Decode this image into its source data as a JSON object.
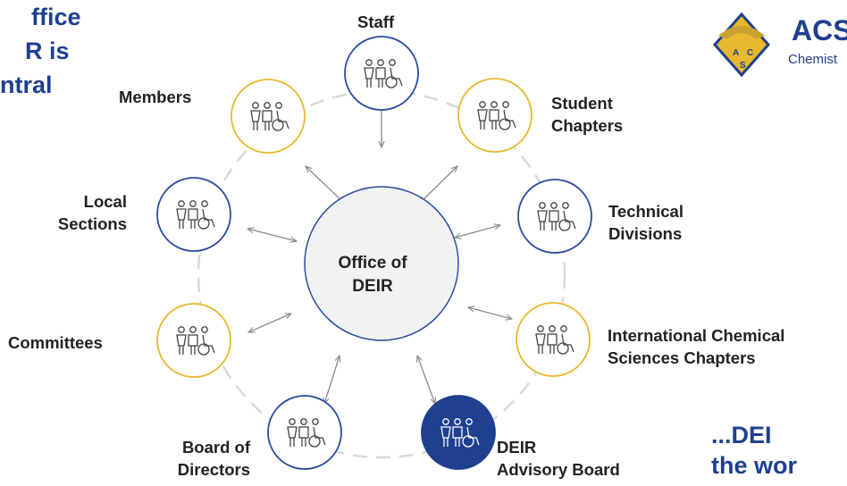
{
  "left_text": [
    "ffice",
    "R is",
    "ntral"
  ],
  "logo": {
    "text": "ACS",
    "subtext": "Chemist"
  },
  "center": {
    "label": "Office of\nDEIR"
  },
  "nodes": [
    {
      "key": "staff",
      "label": "Staff",
      "border": "#2b4aa0",
      "filled": false
    },
    {
      "key": "members",
      "label": "Members",
      "border": "#e8b92e",
      "filled": false
    },
    {
      "key": "student-chapters",
      "label": "Student\nChapters",
      "border": "#e8b92e",
      "filled": false
    },
    {
      "key": "local-sections",
      "label": "Local\nSections",
      "border": "#2b4aa0",
      "filled": false
    },
    {
      "key": "technical-divisions",
      "label": "Technical\nDivisions",
      "border": "#2b4aa0",
      "filled": false
    },
    {
      "key": "committees",
      "label": "Committees",
      "border": "#e8b92e",
      "filled": false
    },
    {
      "key": "international-chapters",
      "label": "International Chemical\nSciences Chapters",
      "border": "#e8b92e",
      "filled": false
    },
    {
      "key": "board-of-directors",
      "label": "Board of\nDirectors",
      "border": "#2b4aa0",
      "filled": false
    },
    {
      "key": "deir-advisory-board",
      "label": "DEIR\nAdvisory Board",
      "border": "#1f3f8f",
      "filled": true
    }
  ],
  "bottom_right_text": "...DEI\nthe wor",
  "colors": {
    "accent_blue": "#1f3f8f",
    "gold": "#e8b92e",
    "ring": "#d9d9d9",
    "center_fill": "#f2f2f2",
    "arrow": "#8a8a8a"
  }
}
